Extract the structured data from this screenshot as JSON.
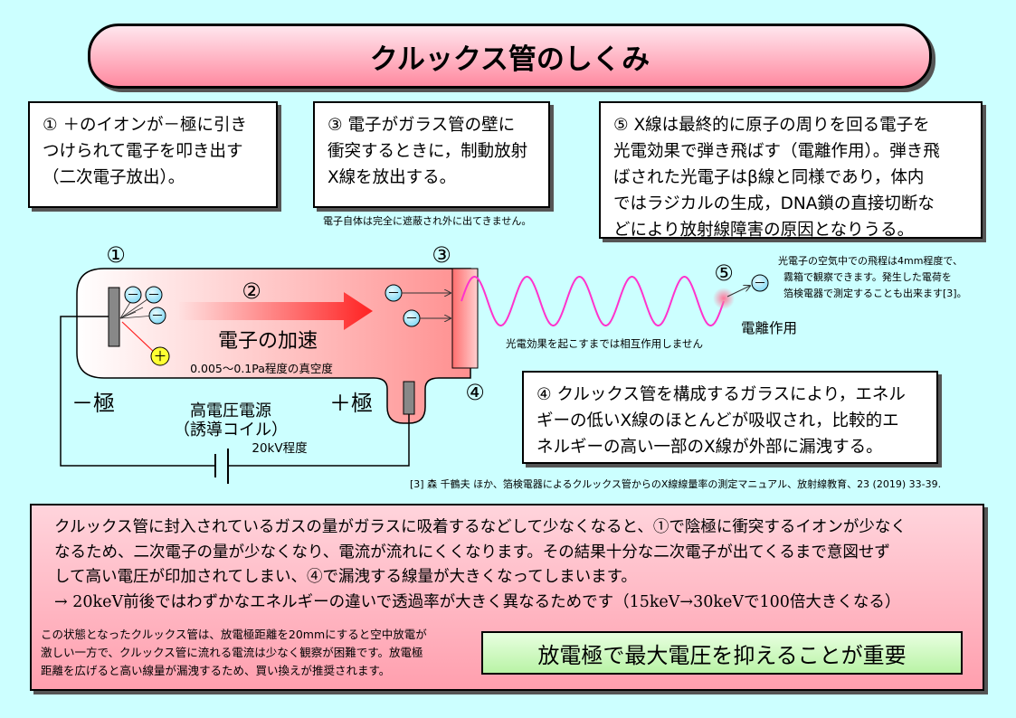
{
  "title": "クルックス管のしくみ",
  "box1": {
    "lines": [
      "① ＋のイオンが－極に引き",
      "つけられて電子を叩き出す",
      "（二次電子放出）。"
    ]
  },
  "box3": {
    "lines": [
      "③ 電子がガラス管の壁に",
      "衝突するときに，制動放射",
      "X線を放出する。"
    ]
  },
  "box3_note": "電子自体は完全に遮蔽され外に出てきません。",
  "box5": {
    "lines": [
      "⑤ X線は最終的に原子の周りを回る電子を",
      "光電効果で弾き飛ばす（電離作用）。弾き飛",
      "ばされた光電子はβ線と同様であり，体内",
      "ではラジカルの生成，DNA鎖の直接切断な",
      "どにより放射線障害の原因となりうる。"
    ]
  },
  "box4": {
    "lines": [
      "④ クルックス管を構成するガラスにより，エネル",
      "ギーの低いX線のほとんどが吸収され，比較的エ",
      "ネルギーの高い一部のX線が外部に漏洩する。"
    ]
  },
  "diagram": {
    "num1": "①",
    "num2": "②",
    "num3": "③",
    "num4": "④",
    "num5": "⑤",
    "electron_accel": "電子の加速",
    "vacuum": "0.005～0.1Pa程度の真空度",
    "minus_pole": "－極",
    "plus_pole": "＋極",
    "hv_source": "高電圧電源",
    "hv_coil": "（誘導コイル）",
    "voltage": "20kV程度",
    "no_interaction": "光電効果を起こすまでは相互作用しません",
    "ionization": "電離作用",
    "photoelectron_note": [
      "光電子の空気中での飛程は4mm程度で、",
      "霧箱で観察できます。発生した電荷を",
      "箔検電器で測定することも出来ます[3]。"
    ],
    "electron_symbol": "－",
    "ion_symbol": "＋"
  },
  "reference": "[3] 森 千鶴夫 ほか、箔検電器によるクルックス管からのX線線量率の測定マニュアル、放射線教育、23 (2019) 33-39.",
  "bottom": {
    "lines": [
      "クルックス管に封入されているガスの量がガラスに吸着するなどして少なくなると、①で陰極に衝突するイオンが少なく",
      "なるため、二次電子の量が少なくなり、電流が流れにくくなります。その結果十分な二次電子が出てくるまで意図せず",
      "して高い電圧が印加されてしまい、④で漏洩する線量が大きくなってしまいます。",
      "→ 20keV前後ではわずかなエネルギーの違いで透過率が大きく異なるためです（15keV→30keVで100倍大きくなる）"
    ],
    "note": [
      "この状態となったクルックス管は、放電極距離を20mmにすると空中放電が",
      "激しい一方で、クルックス管に流れる電流は少なく観察が困難です。放電極",
      "距離を広げると高い線量が漏洩するため、買い換えが推奨されます。"
    ],
    "conclusion": "放電極で最大電圧を抑えることが重要"
  },
  "colors": {
    "background": "#ccffff",
    "tube_gradient_start": "#ffffff",
    "tube_gradient_end": "#ff8f8f",
    "arrow": "#ff3333",
    "wave": "#ff33cc",
    "electron": "#9fe8ff",
    "ion": "#ffff33"
  }
}
